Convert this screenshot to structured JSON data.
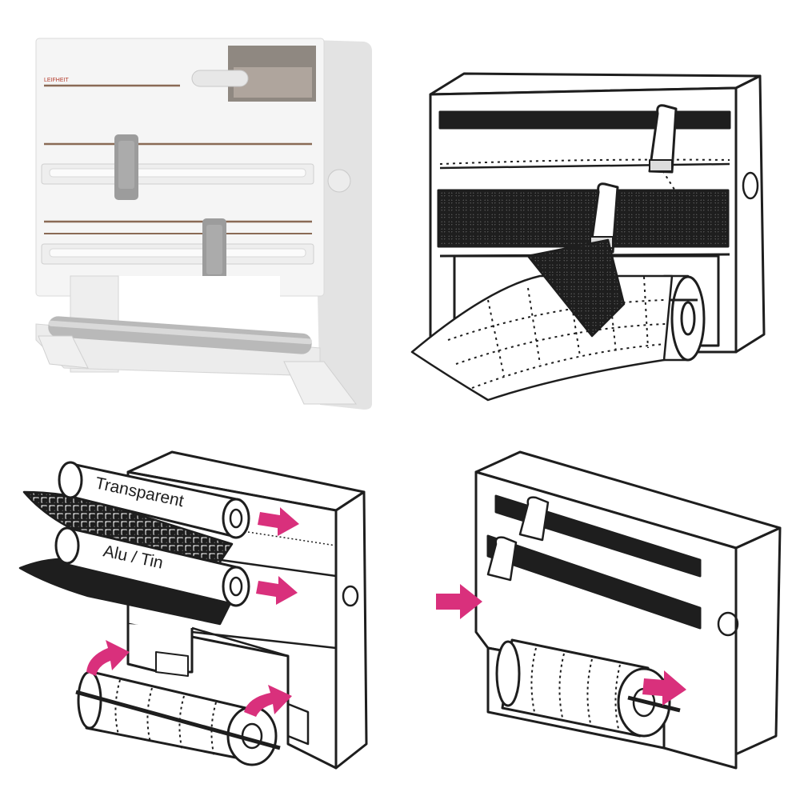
{
  "photo": {
    "brand_logo": "LEIFHEIT"
  },
  "labels": {
    "transparent": "Transparent",
    "alu_tin": "Alu / Tin"
  },
  "colors": {
    "arrow": "#d9307c",
    "line": "#1e1e1e",
    "dispenser_body": "#f4f4f4",
    "slider_grey": "#9c9c9c",
    "stripe_brown": "#8a6a55",
    "film_box": "#7d746c"
  },
  "icons": [
    "arrow-right-icon",
    "curved-arrow-icon"
  ]
}
